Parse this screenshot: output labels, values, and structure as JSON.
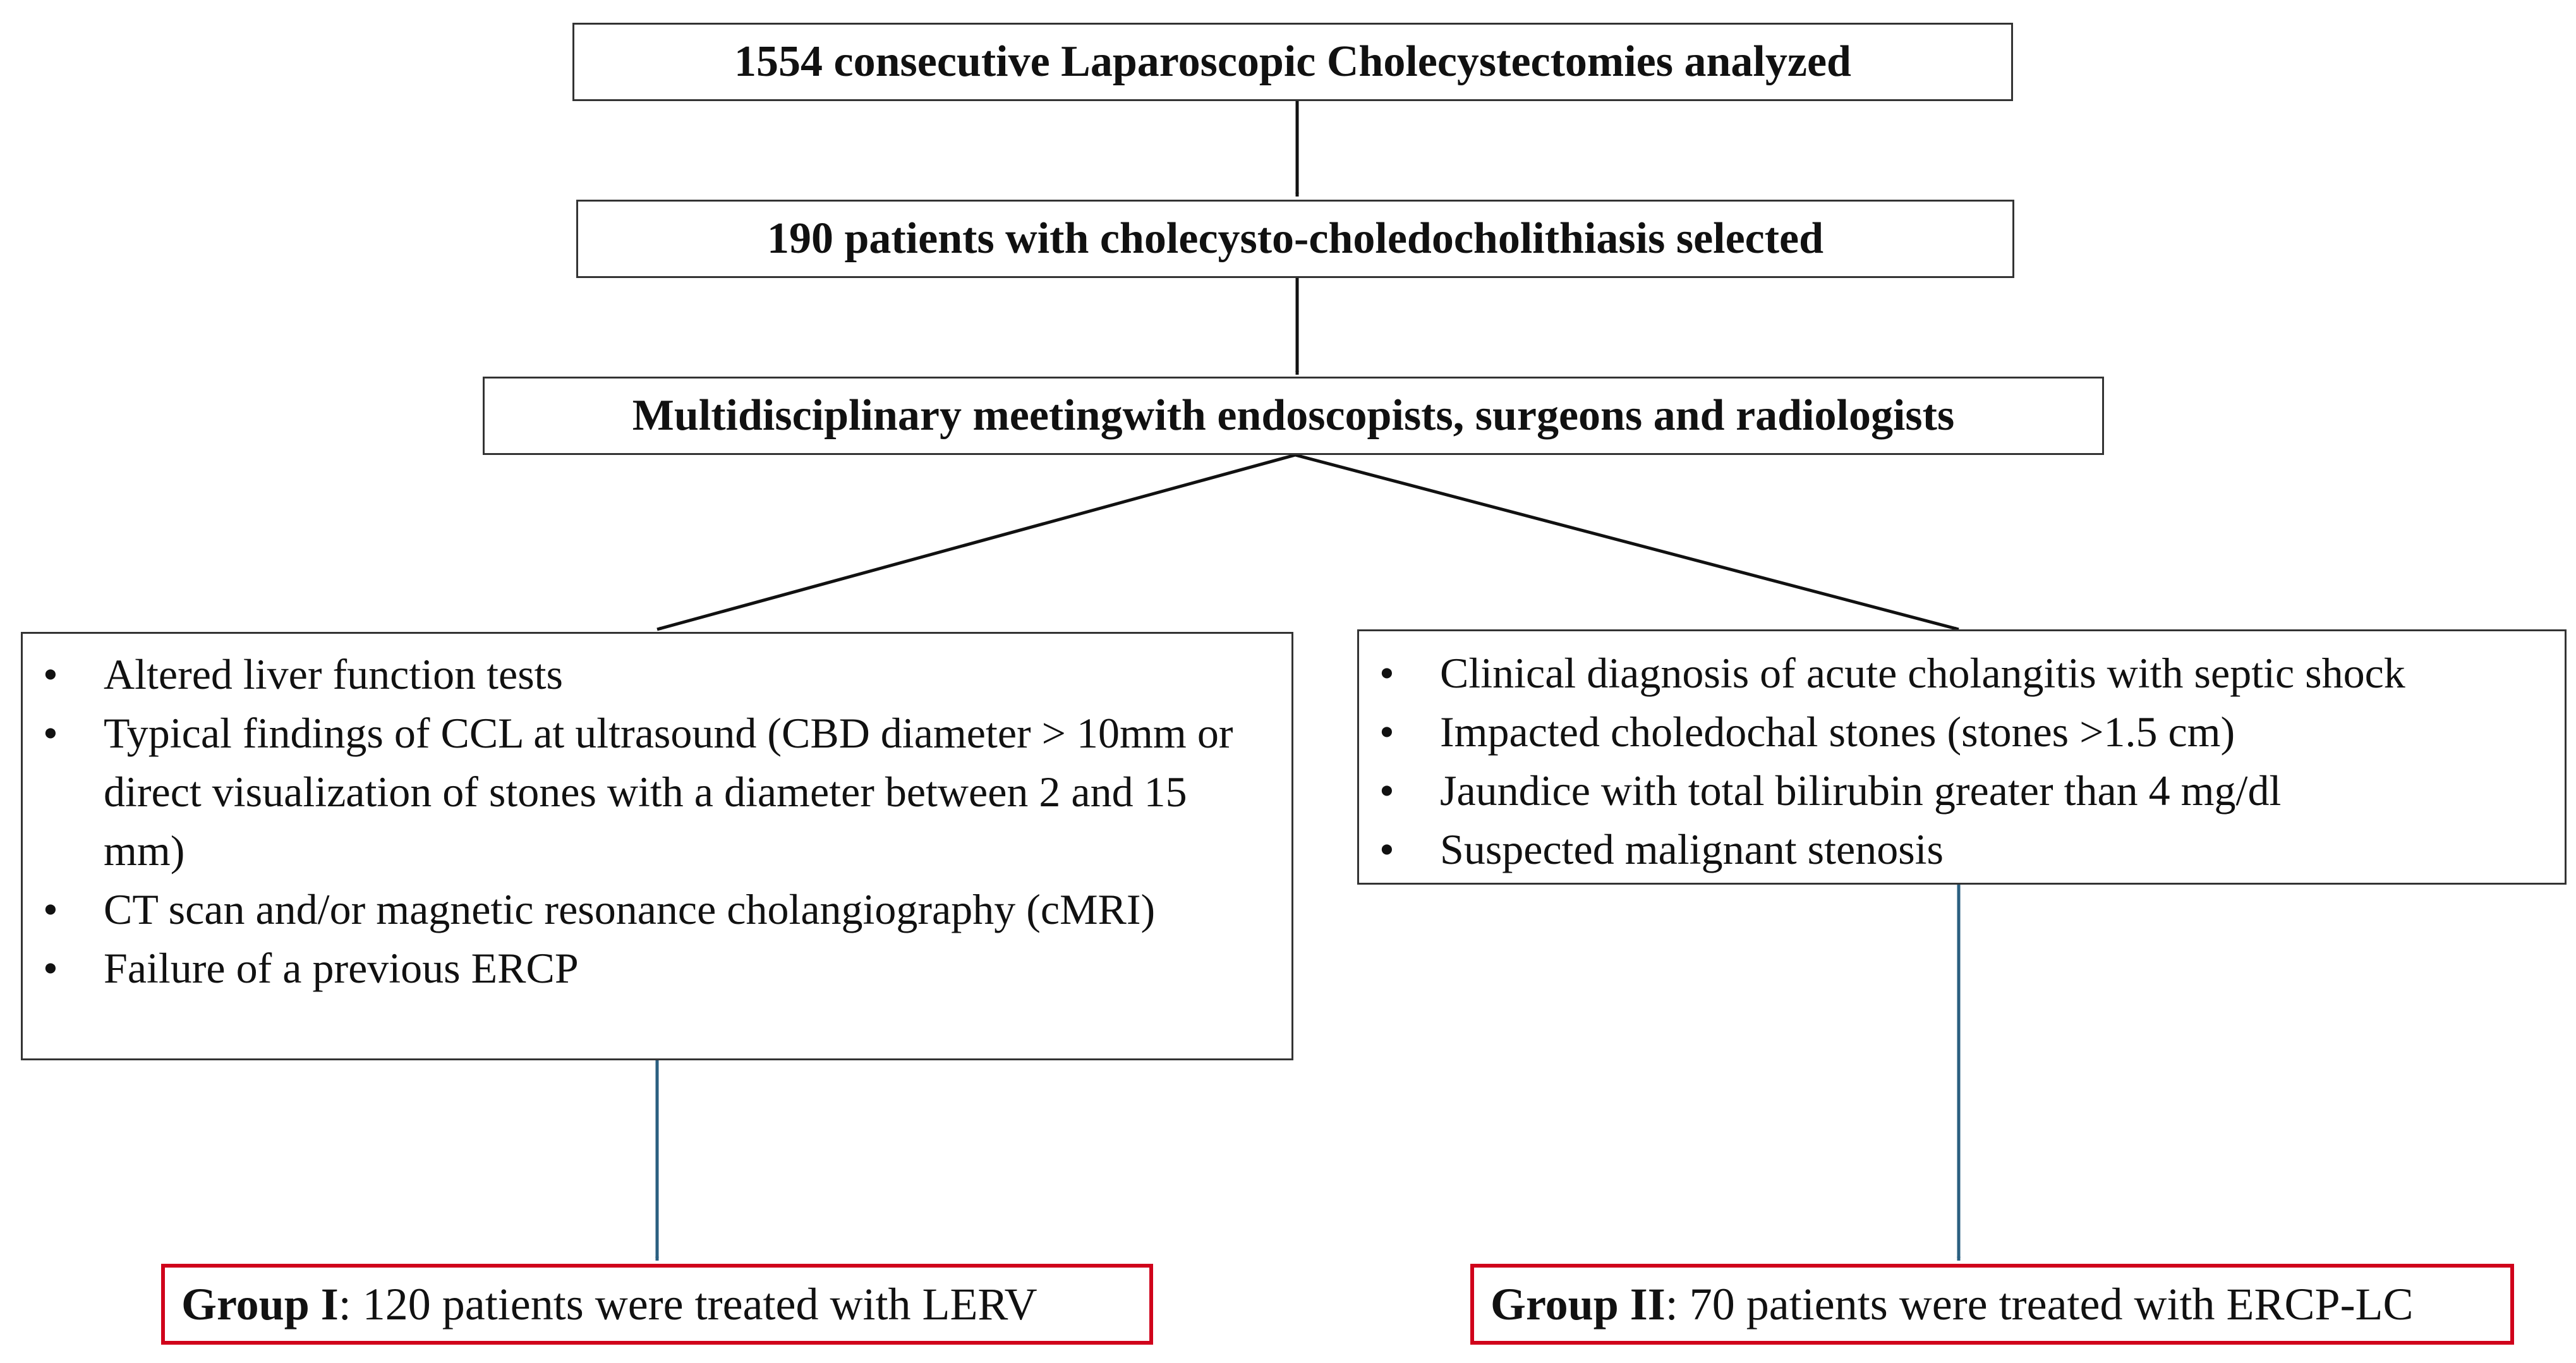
{
  "flowchart": {
    "step1": "1554 consecutive Laparoscopic Cholecystectomies analyzed",
    "step2": "190 patients with cholecysto-choledocholithiasis selected",
    "step3": "Multidisciplinary meetingwith endoscopists, surgeons and radiologists",
    "left_criteria": [
      "Altered liver function tests",
      "Typical findings of CCL at ultrasound (CBD diameter > 10mm or direct visualization of stones with a diameter between 2 and 15 mm)",
      "CT scan and/or magnetic resonance cholangiography (cMRI)",
      "Failure of a previous ERCP"
    ],
    "right_criteria": [
      "Clinical diagnosis of acute cholangitis with septic shock",
      "Impacted choledochal stones (stones >1.5 cm)",
      "Jaundice with total bilirubin greater than 4 mg/dl",
      "Suspected malignant stenosis"
    ],
    "group1": {
      "name": "Group I",
      "text": ": 120 patients were treated with LERV"
    },
    "group2": {
      "name": "Group II",
      "text": ": 70 patients were treated with ERCP-LC"
    },
    "bullet": "•"
  },
  "colors": {
    "box_border": "#333333",
    "arrow_black": "#111111",
    "arrow_blue": "#2a5f80",
    "group_border": "#d0021b"
  }
}
